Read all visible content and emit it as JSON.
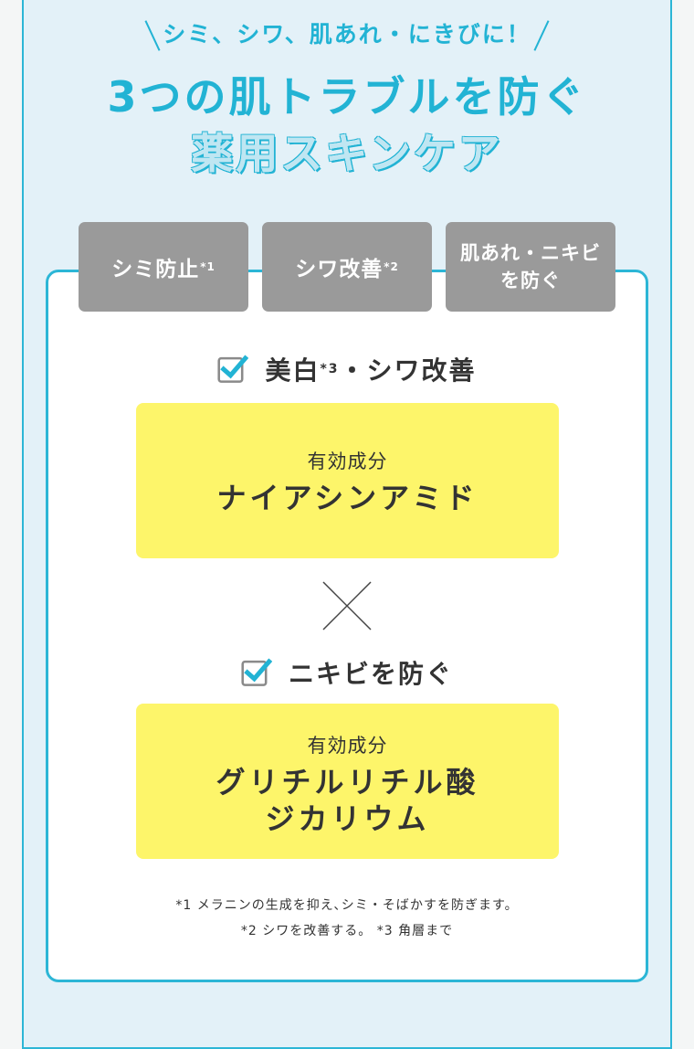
{
  "catch": "シミ、シワ、肌あれ・にきびに！",
  "title_line1": "3つの肌トラブルを防ぐ",
  "title_line2": "薬用スキンケア",
  "tabs": [
    {
      "label": "シミ防止",
      "sup": "*1"
    },
    {
      "label": "シワ改善",
      "sup": "*2"
    },
    {
      "line1": "肌あれ・ニキビ",
      "line2": "を防ぐ"
    }
  ],
  "effect1": {
    "pre": "美白",
    "sup": "*3",
    "post": "・シワ改善"
  },
  "ingredient1": {
    "label": "有効成分",
    "name": "ナイアシンアミド"
  },
  "effect2": {
    "text": "ニキビを防ぐ"
  },
  "ingredient2": {
    "label": "有効成分",
    "name_line1": "グリチルリチル酸",
    "name_line2": "ジカリウム"
  },
  "notes": [
    "*1 メラニンの生成を抑え､シミ・そばかすを防ぎます。",
    "*2 シワを改善する。 *3 角層まで"
  ],
  "colors": {
    "accent": "#22b3d4",
    "tab_gray": "#9a9a9a",
    "highlight": "#fdf56a",
    "panel_bg": "#e3f1f8"
  }
}
